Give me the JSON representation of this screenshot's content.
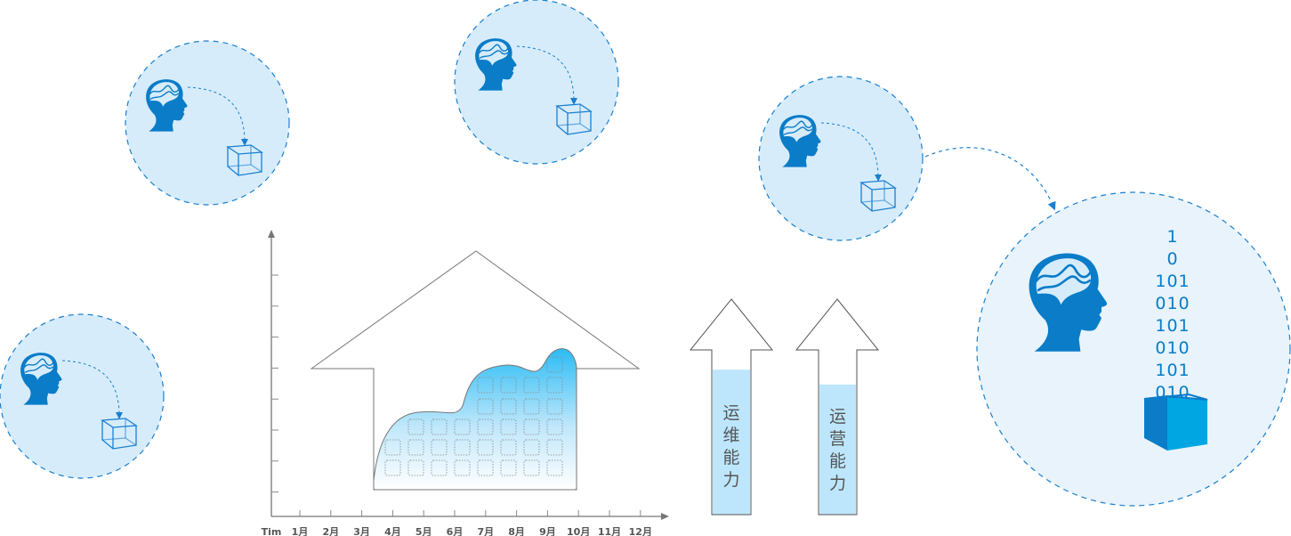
{
  "colors": {
    "circle_fill": "#d6ecfb",
    "circle_fill_big": "#e8f3fb",
    "circle_stroke": "#1a7fd0",
    "icon_blue": "#0a7cc8",
    "cube_light": "#00a6e2",
    "gradient_top": "#2bbcf5",
    "bar_fill": "#bde6fc",
    "line_gray": "#777777"
  },
  "chart": {
    "x_start_label": "Tim",
    "months": [
      "1月",
      "2月",
      "3月",
      "4月",
      "5月",
      "6月",
      "7月",
      "8月",
      "9月",
      "10月",
      "11月",
      "12月"
    ]
  },
  "arrows": [
    {
      "label_chars": [
        "运",
        "维",
        "能",
        "力"
      ],
      "fill_fraction": 0.88
    },
    {
      "label_chars": [
        "运",
        "营",
        "能",
        "力"
      ],
      "fill_fraction": 0.79
    }
  ],
  "binary_stream": [
    "1",
    "0",
    "101",
    "010",
    "101",
    "010",
    "101",
    "010"
  ]
}
